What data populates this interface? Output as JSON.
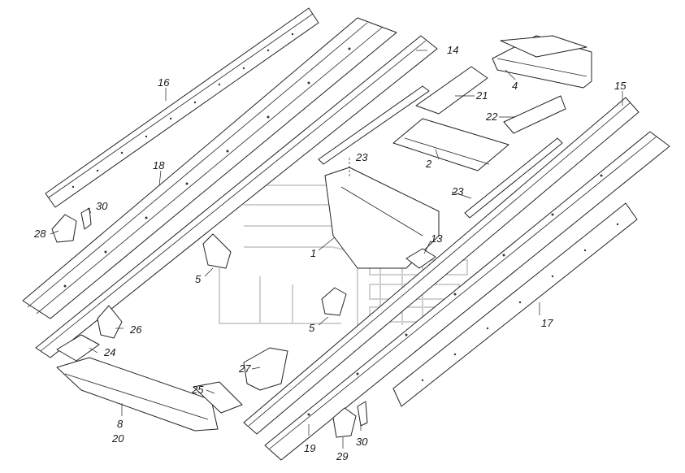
{
  "labels": {
    "l1": "1",
    "l2": "2",
    "l4": "4",
    "l5a": "5",
    "l5b": "5",
    "l8": "8",
    "l13": "13",
    "l14": "14",
    "l15": "15",
    "l16": "16",
    "l17": "17",
    "l18": "18",
    "l19": "19",
    "l20": "20",
    "l21": "21",
    "l22": "22",
    "l23a": "23",
    "l23b": "23",
    "l24": "24",
    "l25": "25",
    "l26": "26",
    "l27": "27",
    "l28": "28",
    "l29": "29",
    "l30a": "30",
    "l30b": "30"
  },
  "colors": {
    "line": "#222222",
    "watermark": "#d0d0d0",
    "background": "#ffffff"
  }
}
